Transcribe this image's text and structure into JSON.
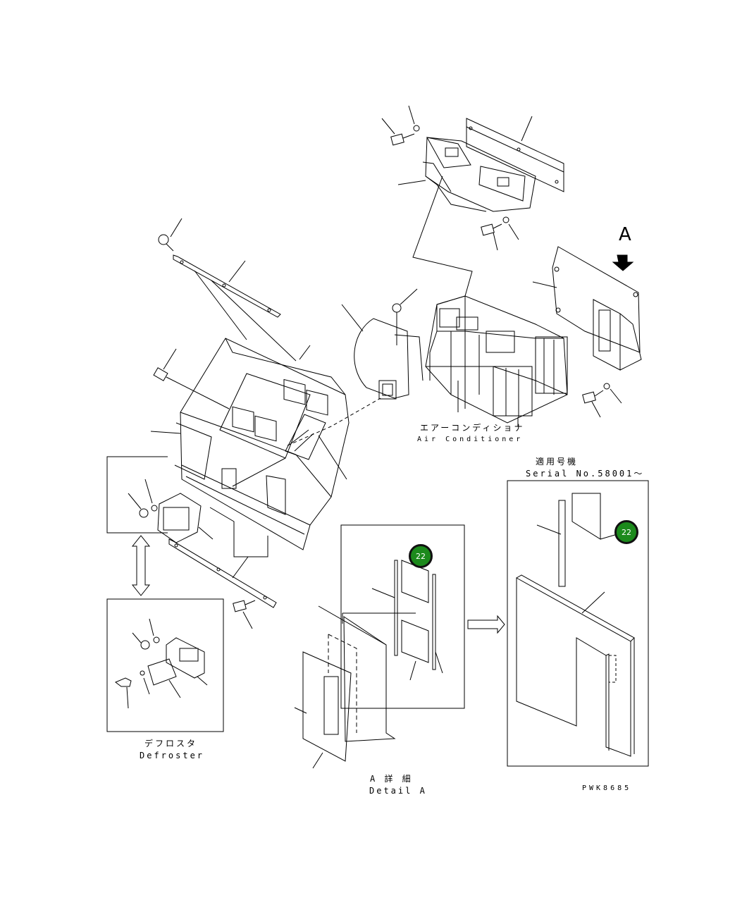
{
  "labels": {
    "view_arrow": "A",
    "air_conditioner_jp": "エアーコンディショナ",
    "air_conditioner_en": "Air Conditioner",
    "serial_jp": "適用号機",
    "serial_en": "Serial No.58001〜",
    "defroster_jp": "デフロスタ",
    "defroster_en": "Defroster",
    "detail_jp": "A 詳 細",
    "detail_en": "Detail A",
    "drawing_code": "PWK8685"
  },
  "callouts": [
    {
      "number": "22",
      "color": "#1c8a1c"
    },
    {
      "number": "22",
      "color": "#1c8a1c"
    }
  ]
}
